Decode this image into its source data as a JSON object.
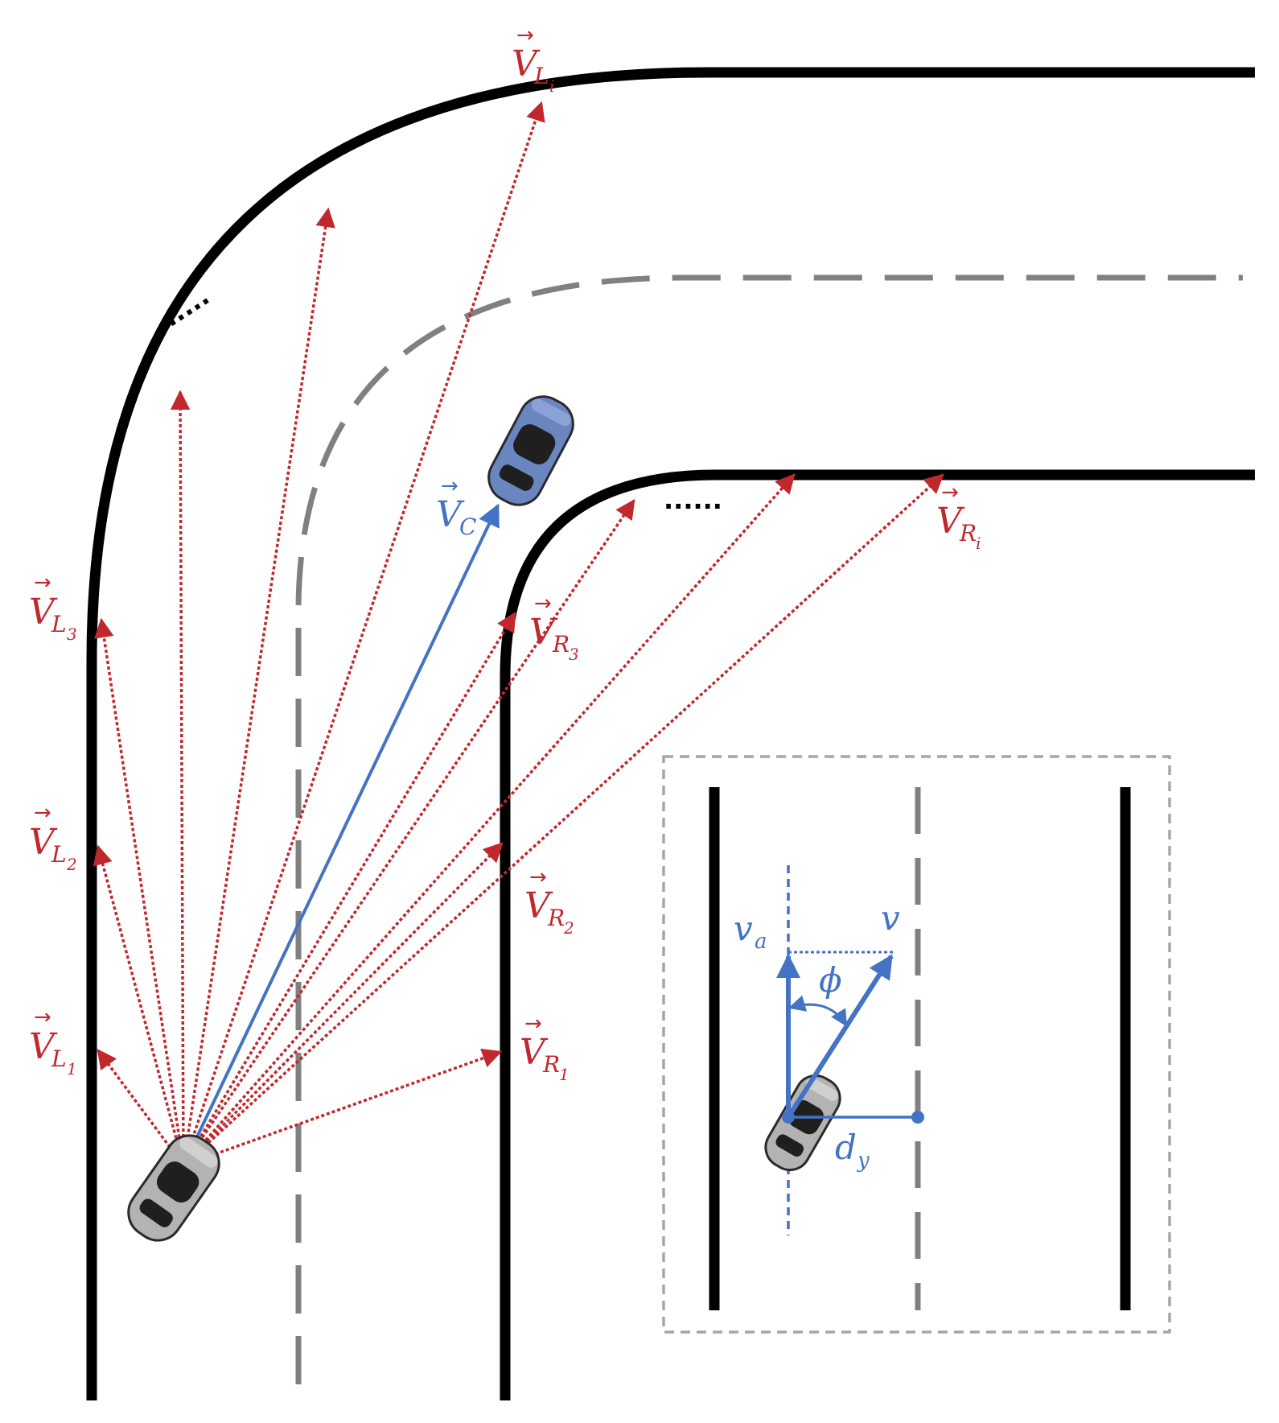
{
  "colors": {
    "road_edge": "#000000",
    "lane_divider": "#808080",
    "ray": "#c0282d",
    "center_vector": "#4472c4",
    "inset_border": "#a6a6a6",
    "ego_car": "#b3b3b3",
    "target_car": "#6a86c0"
  },
  "labels": {
    "vl1": {
      "base": "V",
      "sub": "L",
      "subsub": "1"
    },
    "vl2": {
      "base": "V",
      "sub": "L",
      "subsub": "2"
    },
    "vl3": {
      "base": "V",
      "sub": "L",
      "subsub": "3"
    },
    "vli": {
      "base": "V",
      "sub": "L",
      "subsub": "i"
    },
    "vr1": {
      "base": "V",
      "sub": "R",
      "subsub": "1"
    },
    "vr2": {
      "base": "V",
      "sub": "R",
      "subsub": "2"
    },
    "vr3": {
      "base": "V",
      "sub": "R",
      "subsub": "3"
    },
    "vri": {
      "base": "V",
      "sub": "R",
      "subsub": "i"
    },
    "vc": {
      "base": "V",
      "sub": "C"
    },
    "ellipsis_left": "......",
    "ellipsis_right": "......"
  },
  "inset": {
    "va": {
      "base": "v",
      "sub": "a"
    },
    "v": "v",
    "phi": "ϕ",
    "dy": {
      "base": "d",
      "sub": "y"
    }
  },
  "icons": [
    "ego-car-icon",
    "target-car-icon",
    "inset-car-icon"
  ]
}
